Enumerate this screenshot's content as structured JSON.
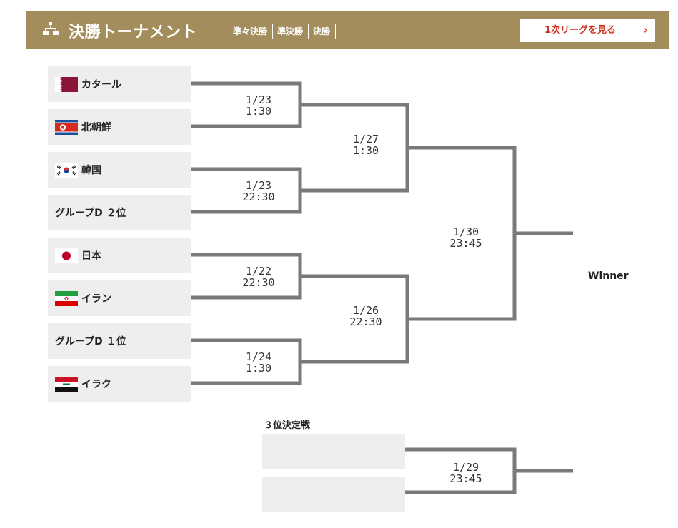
{
  "header": {
    "title": "決勝トーナメント",
    "nav": [
      "準々決勝",
      "準決勝",
      "決勝"
    ],
    "league_button": "1次リーグを見る",
    "league_button_chevron": "›",
    "accent_color": "#a38d5d",
    "button_text_color": "#d2311f"
  },
  "teams": [
    {
      "name": "カタール",
      "flag": "qatar-flag"
    },
    {
      "name": "北朝鮮",
      "flag": "north-korea-flag"
    },
    {
      "name": "韓国",
      "flag": "south-korea-flag"
    },
    {
      "name": "グループD ２位",
      "flag": ""
    },
    {
      "name": "日本",
      "flag": "japan-flag"
    },
    {
      "name": "イラン",
      "flag": "iran-flag"
    },
    {
      "name": "グループD １位",
      "flag": ""
    },
    {
      "name": "イラク",
      "flag": "iraq-flag"
    }
  ],
  "matches": {
    "qf1": {
      "date": "1/23",
      "time": "1:30"
    },
    "qf2": {
      "date": "1/23",
      "time": "22:30"
    },
    "qf3": {
      "date": "1/22",
      "time": "22:30"
    },
    "qf4": {
      "date": "1/24",
      "time": "1:30"
    },
    "sf1": {
      "date": "1/27",
      "time": "1:30"
    },
    "sf2": {
      "date": "1/26",
      "time": "22:30"
    },
    "final": {
      "date": "1/30",
      "time": "23:45"
    },
    "third": {
      "date": "1/29",
      "time": "23:45"
    }
  },
  "winner_label": "Winner",
  "third_place": {
    "title": "３位決定戦"
  }
}
